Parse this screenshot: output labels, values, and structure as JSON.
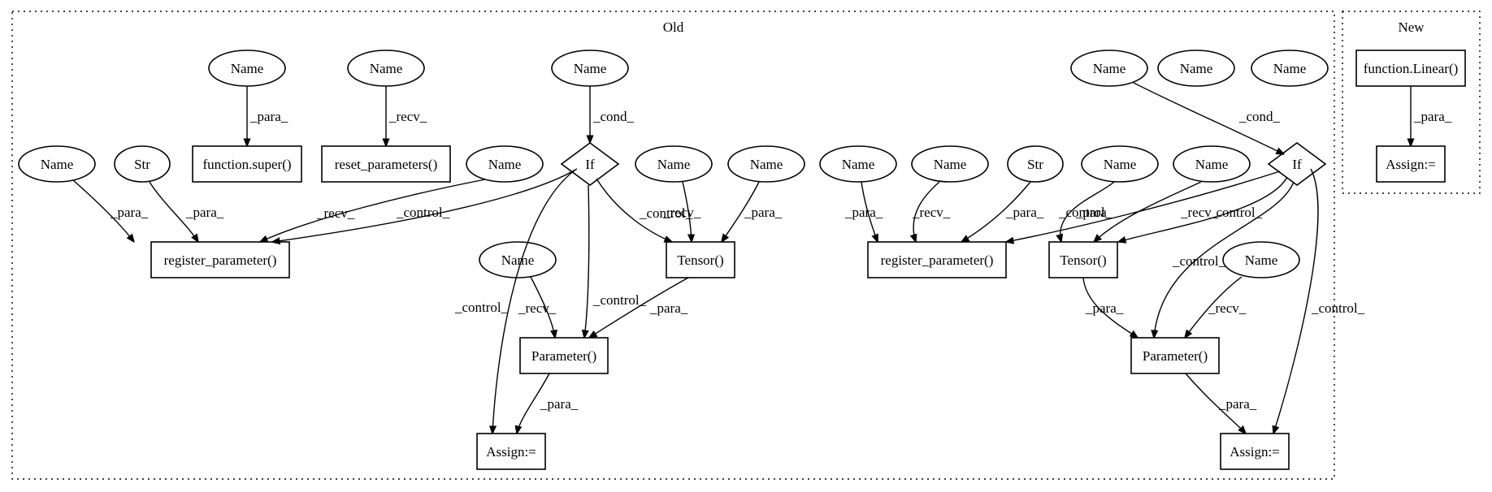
{
  "clusters": [
    {
      "id": "old",
      "label": "Old"
    },
    {
      "id": "new",
      "label": "New"
    }
  ],
  "nodes": [
    {
      "id": "o_name_super",
      "label": "Name"
    },
    {
      "id": "o_name_reset",
      "label": "Name"
    },
    {
      "id": "o_name_cond",
      "label": "Name"
    },
    {
      "id": "o_super",
      "label": "function.super()"
    },
    {
      "id": "o_reset",
      "label": "reset_parameters()"
    },
    {
      "id": "o_if",
      "label": "If"
    },
    {
      "id": "o_name_a",
      "label": "Name"
    },
    {
      "id": "o_str",
      "label": "Str"
    },
    {
      "id": "o_name_b",
      "label": "Name"
    },
    {
      "id": "o_regparam",
      "label": "register_parameter()"
    },
    {
      "id": "o_name_t1",
      "label": "Name"
    },
    {
      "id": "o_name_t2",
      "label": "Name"
    },
    {
      "id": "o_tensor",
      "label": "Tensor()"
    },
    {
      "id": "o_name_p",
      "label": "Name"
    },
    {
      "id": "o_parameter",
      "label": "Parameter()"
    },
    {
      "id": "o_assign",
      "label": "Assign:="
    },
    {
      "id": "r_name_cond",
      "label": "Name"
    },
    {
      "id": "r_name_x1",
      "label": "Name"
    },
    {
      "id": "r_name_x2",
      "label": "Name"
    },
    {
      "id": "r_if",
      "label": "If"
    },
    {
      "id": "r_name_a",
      "label": "Name"
    },
    {
      "id": "r_name_b",
      "label": "Name"
    },
    {
      "id": "r_str",
      "label": "Str"
    },
    {
      "id": "r_name_c",
      "label": "Name"
    },
    {
      "id": "r_name_d",
      "label": "Name"
    },
    {
      "id": "r_regparam",
      "label": "register_parameter()"
    },
    {
      "id": "r_tensor",
      "label": "Tensor()"
    },
    {
      "id": "r_name_p",
      "label": "Name"
    },
    {
      "id": "r_parameter",
      "label": "Parameter()"
    },
    {
      "id": "r_assign",
      "label": "Assign:="
    },
    {
      "id": "n_linear",
      "label": "function.Linear()"
    },
    {
      "id": "n_assign",
      "label": "Assign:="
    }
  ],
  "edges": [
    {
      "id": "e1",
      "from": "o_name_super",
      "to": "o_super",
      "label": "_para_"
    },
    {
      "id": "e2",
      "from": "o_name_reset",
      "to": "o_reset",
      "label": "_recv_"
    },
    {
      "id": "e3",
      "from": "o_name_cond",
      "to": "o_if",
      "label": "_cond_"
    },
    {
      "id": "e4",
      "from": "o_name_a",
      "to": "o_regparam",
      "label": "_para_"
    },
    {
      "id": "e5",
      "from": "o_str",
      "to": "o_regparam",
      "label": "_para_"
    },
    {
      "id": "e6",
      "from": "o_name_b",
      "to": "o_regparam",
      "label": "_recv_"
    },
    {
      "id": "e7",
      "from": "o_if",
      "to": "o_regparam",
      "label": "_control_"
    },
    {
      "id": "e8",
      "from": "o_if",
      "to": "o_tensor",
      "label": "_control_"
    },
    {
      "id": "e9",
      "from": "o_if",
      "to": "o_parameter",
      "label": "_control_"
    },
    {
      "id": "e10",
      "from": "o_if",
      "to": "o_assign",
      "label": "_control_"
    },
    {
      "id": "e11",
      "from": "o_name_t1",
      "to": "o_tensor",
      "label": "_recv_"
    },
    {
      "id": "e12",
      "from": "o_name_t2",
      "to": "o_tensor",
      "label": "_para_"
    },
    {
      "id": "e13",
      "from": "o_name_p",
      "to": "o_parameter",
      "label": "_recv_"
    },
    {
      "id": "e14",
      "from": "o_tensor",
      "to": "o_parameter",
      "label": "_para_"
    },
    {
      "id": "e15",
      "from": "o_parameter",
      "to": "o_assign",
      "label": "_para_"
    },
    {
      "id": "e16",
      "from": "r_name_cond",
      "to": "r_if",
      "label": "_cond_"
    },
    {
      "id": "e17",
      "from": "r_name_a",
      "to": "r_regparam",
      "label": "_para_"
    },
    {
      "id": "e18",
      "from": "r_name_b",
      "to": "r_regparam",
      "label": "_recv_"
    },
    {
      "id": "e19",
      "from": "r_str",
      "to": "r_regparam",
      "label": "_para_"
    },
    {
      "id": "e20",
      "from": "r_if",
      "to": "r_regparam",
      "label": "_control_"
    },
    {
      "id": "e21",
      "from": "r_name_c",
      "to": "r_tensor",
      "label": "_para_"
    },
    {
      "id": "e22",
      "from": "r_name_d",
      "to": "r_tensor",
      "label": "_recv_"
    },
    {
      "id": "e23",
      "from": "r_if",
      "to": "r_tensor",
      "label": "_control_"
    },
    {
      "id": "e24",
      "from": "r_if",
      "to": "r_parameter",
      "label": "_control_"
    },
    {
      "id": "e25",
      "from": "r_if",
      "to": "r_assign",
      "label": "_control_"
    },
    {
      "id": "e26",
      "from": "r_tensor",
      "to": "r_parameter",
      "label": "_para_"
    },
    {
      "id": "e27",
      "from": "r_name_p",
      "to": "r_parameter",
      "label": "_recv_"
    },
    {
      "id": "e28",
      "from": "r_parameter",
      "to": "r_assign",
      "label": "_para_"
    },
    {
      "id": "e29",
      "from": "n_linear",
      "to": "n_assign",
      "label": "_para_"
    }
  ]
}
